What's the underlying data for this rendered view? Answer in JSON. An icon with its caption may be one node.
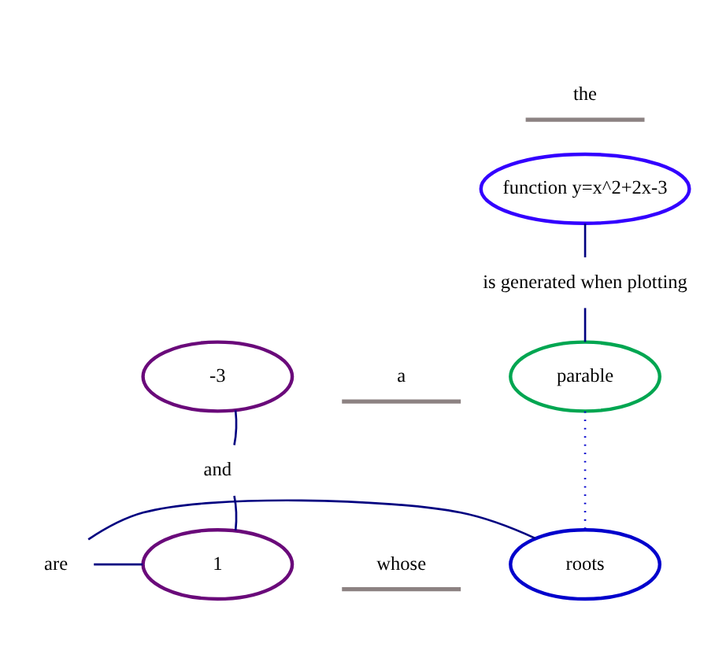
{
  "diagram": {
    "nodes": [
      {
        "text": [
          "the"
        ]
      },
      {
        "text": [
          "function y=x^2+2x-3"
        ]
      },
      {
        "text": [
          "is generated when plotting"
        ]
      },
      {
        "text": [
          "a"
        ]
      },
      {
        "text": [
          "parable"
        ]
      },
      {
        "text": [
          "-3"
        ]
      },
      {
        "text": [
          "and"
        ]
      },
      {
        "text": [
          "whose"
        ]
      },
      {
        "text": [
          "roots"
        ]
      },
      {
        "text": [
          "are"
        ]
      },
      {
        "text": [
          "1"
        ]
      }
    ],
    "edges": [
      {
        "from": 1,
        "to": 2,
        "arrow": "none"
      },
      {
        "from": 2,
        "to": 4,
        "arrow": "none"
      },
      {
        "from": 4,
        "to": 8,
        "arrow": "none",
        "style": "dashed",
        "color": "#0000cc"
      },
      {
        "from": 8,
        "to": 9,
        "arrow": "none"
      },
      {
        "from": 9,
        "to": 10,
        "arrow": "none"
      },
      {
        "from": 10,
        "to": 6,
        "arrow": "none"
      },
      {
        "from": 6,
        "to": 5,
        "arrow": "none"
      }
    ]
  }
}
